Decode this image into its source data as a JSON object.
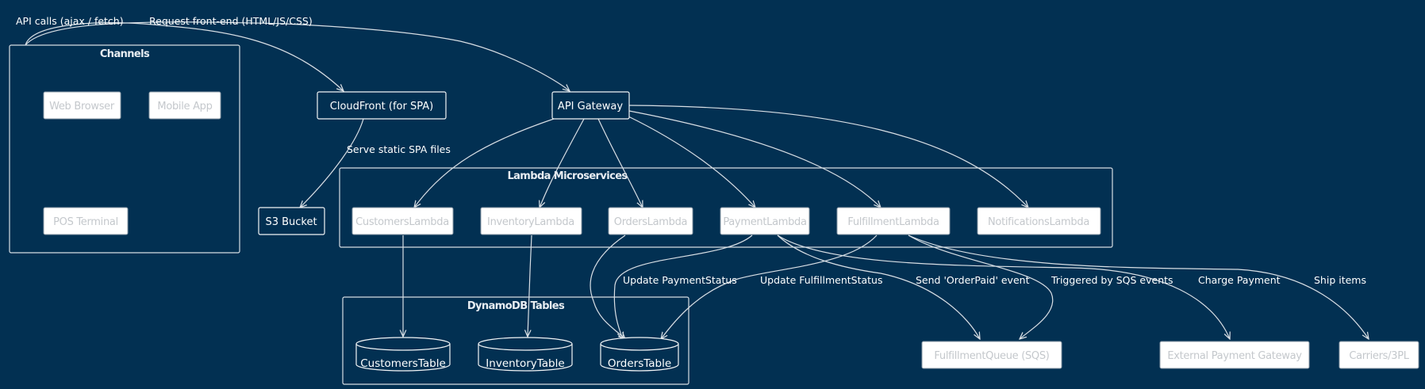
{
  "clusters": {
    "channels": "Channels",
    "lambda": "Lambda Microservices",
    "dynamo": "DynamoDB Tables"
  },
  "nodes": {
    "web_browser": "Web Browser",
    "mobile_app": "Mobile App",
    "pos_terminal": "POS Terminal",
    "cloudfront": "CloudFront (for SPA)",
    "api_gateway": "API Gateway",
    "s3_bucket": "S3 Bucket",
    "customers_lambda": "CustomersLambda",
    "inventory_lambda": "InventoryLambda",
    "orders_lambda": "OrdersLambda",
    "payment_lambda": "PaymentLambda",
    "fulfillment_lambda": "FulfillmentLambda",
    "notifications_lambda": "NotificationsLambda",
    "fulfillment_queue": "FulfillmentQueue (SQS)",
    "external_payment_gateway": "External Payment Gateway",
    "carriers": "Carriers/3PL"
  },
  "tables": {
    "customers_table": "CustomersTable",
    "inventory_table": "InventoryTable",
    "orders_table": "OrdersTable"
  },
  "edge_labels": {
    "api_calls": "API calls (ajax / fetch)",
    "request_frontend": "Request front-end (HTML/JS/CSS)",
    "serve_static": "Serve static SPA files",
    "update_payment_status": "Update PaymentStatus",
    "update_fulfillment_status": "Update FulfillmentStatus",
    "send_orderpaid": "Send 'OrderPaid' event",
    "triggered_by_sqs": "Triggered by SQS events",
    "charge_payment": "Charge Payment",
    "ship_items": "Ship items"
  }
}
